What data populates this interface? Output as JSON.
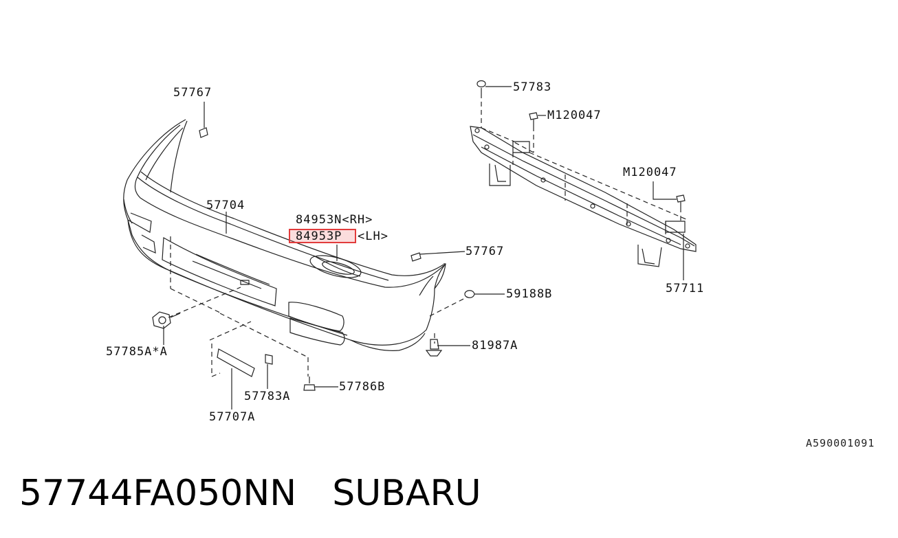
{
  "labels": {
    "p57767_top": "57767",
    "p57704": "57704",
    "p84953n": "84953N<RH>",
    "p84953p_code": "84953P",
    "p84953p_side": "<LH>",
    "p57767_right": "57767",
    "p59188b": "59188B",
    "p81987a": "81987A",
    "p57785a": "57785A*A",
    "p57786b": "57786B",
    "p57783a": "57783A",
    "p57707a": "57707A",
    "p57783": "57783",
    "m120047_top": "M120047",
    "m120047_mid": "M120047",
    "p57711": "57711"
  },
  "diagram_code": "A590001091",
  "footer": {
    "part_number": "57744FA050NN",
    "brand": "SUBARU"
  },
  "colors": {
    "line": "#222222",
    "highlight": "#e23b3b"
  }
}
